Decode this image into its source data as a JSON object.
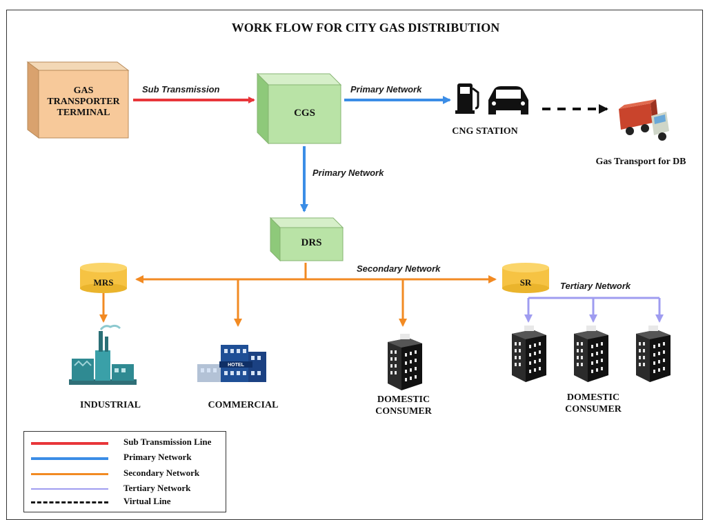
{
  "title": "WORK FLOW FOR CITY GAS DISTRIBUTION",
  "nodes": {
    "terminal": "GAS\nTRANSPORTER\nTERMINAL",
    "cgs": "CGS",
    "cng_station": "CNG STATION",
    "gas_transport": "Gas Transport for DB",
    "drs": "DRS",
    "mrs": "MRS",
    "sr": "SR",
    "industrial": "INDUSTRIAL",
    "commercial": "COMMERCIAL",
    "domestic_1": "DOMESTIC\nCONSUMER",
    "domestic_2": "DOMESTIC\nCONSUMER",
    "hotel_sign": "HOTEL"
  },
  "edges": {
    "sub_transmission": "Sub Transmission",
    "primary_network_1": "Primary Network",
    "primary_network_2": "Primary Network",
    "secondary_network": "Secondary Network",
    "tertiary_network": "Tertiary Network"
  },
  "legend": [
    {
      "label": "Sub Transmission Line",
      "color": "#e8363a",
      "style": "solid"
    },
    {
      "label": "Primary Network",
      "color": "#3b8de6",
      "style": "solid"
    },
    {
      "label": "Secondary Network",
      "color": "#f28a22",
      "style": "solid"
    },
    {
      "label": "Tertiary Network",
      "color": "#9f9cf0",
      "style": "solid"
    },
    {
      "label": "Virtual Line",
      "color": "#111111",
      "style": "dashed"
    }
  ],
  "colors": {
    "sub_transmission": "#e8363a",
    "primary": "#3b8de6",
    "secondary": "#f28a22",
    "tertiary": "#9f9cf0",
    "virtual": "#111111",
    "terminal_fill": "#f7c99a",
    "cgs_fill": "#b9e3a6",
    "cylinder_fill": "#f6c343"
  },
  "icons": [
    "fuel-pump-icon",
    "car-icon",
    "truck-icon",
    "factory-icon",
    "hotel-icon",
    "apartment-building-icon"
  ]
}
